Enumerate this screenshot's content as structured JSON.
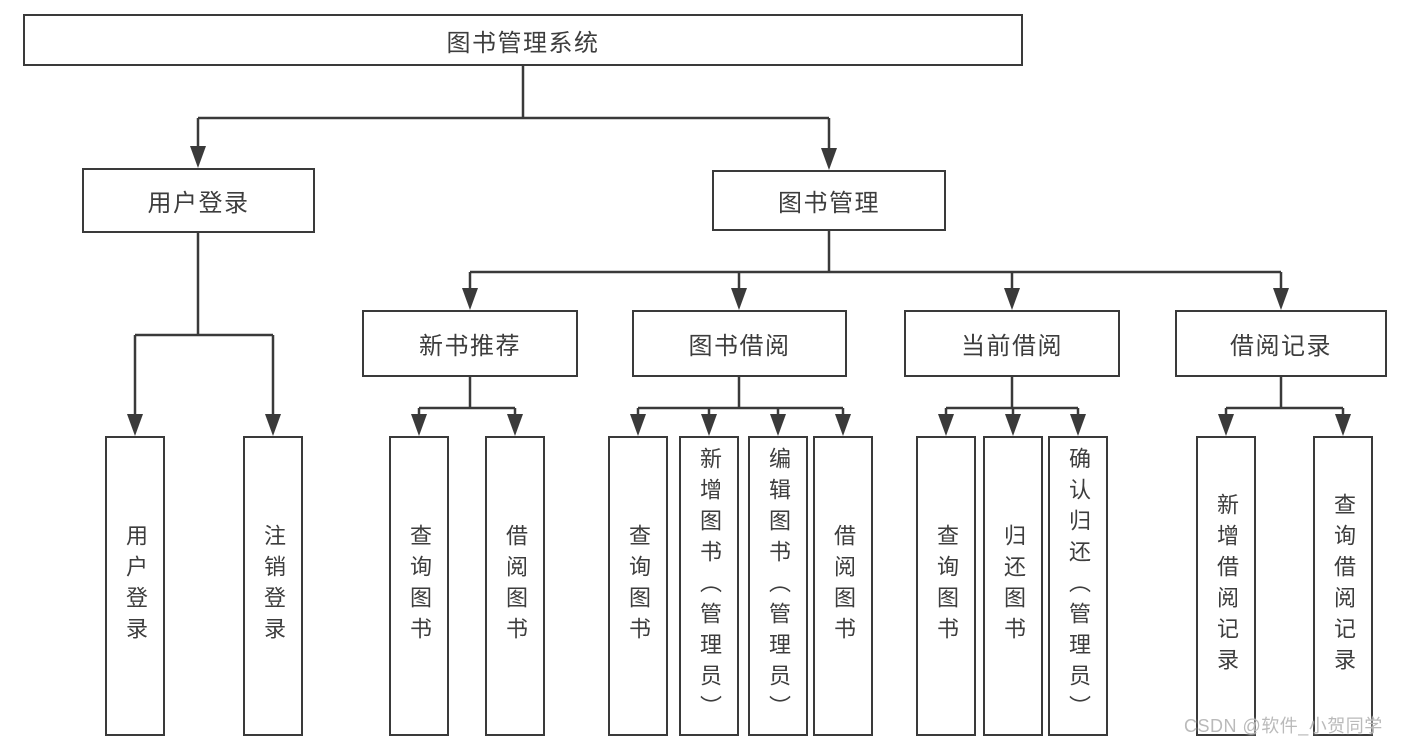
{
  "diagram": {
    "root": {
      "label": "图书管理系统"
    },
    "level2": [
      {
        "label": "用户登录",
        "children": [
          "用户登录",
          "注销登录"
        ]
      },
      {
        "label": "图书管理",
        "modules": [
          {
            "label": "新书推荐",
            "children": [
              "查询图书",
              "借阅图书"
            ]
          },
          {
            "label": "图书借阅",
            "children": [
              "查询图书",
              "新增图书（管理员）",
              "编辑图书（管理员）",
              "借阅图书"
            ]
          },
          {
            "label": "当前借阅",
            "children": [
              "查询图书",
              "归还图书",
              "确认归还（管理员）"
            ]
          },
          {
            "label": "借阅记录",
            "children": [
              "新增借阅记录",
              "查询借阅记录"
            ]
          }
        ]
      }
    ]
  },
  "watermark": {
    "text": "CSDN @软件_小贺同学"
  },
  "colors": {
    "line": "#3a3a3a",
    "box_border": "#3a3a3a",
    "box_background": "#ffffff",
    "text": "#3d3d3d",
    "watermark": "#b6b6b6",
    "page_background": "#ffffff"
  }
}
